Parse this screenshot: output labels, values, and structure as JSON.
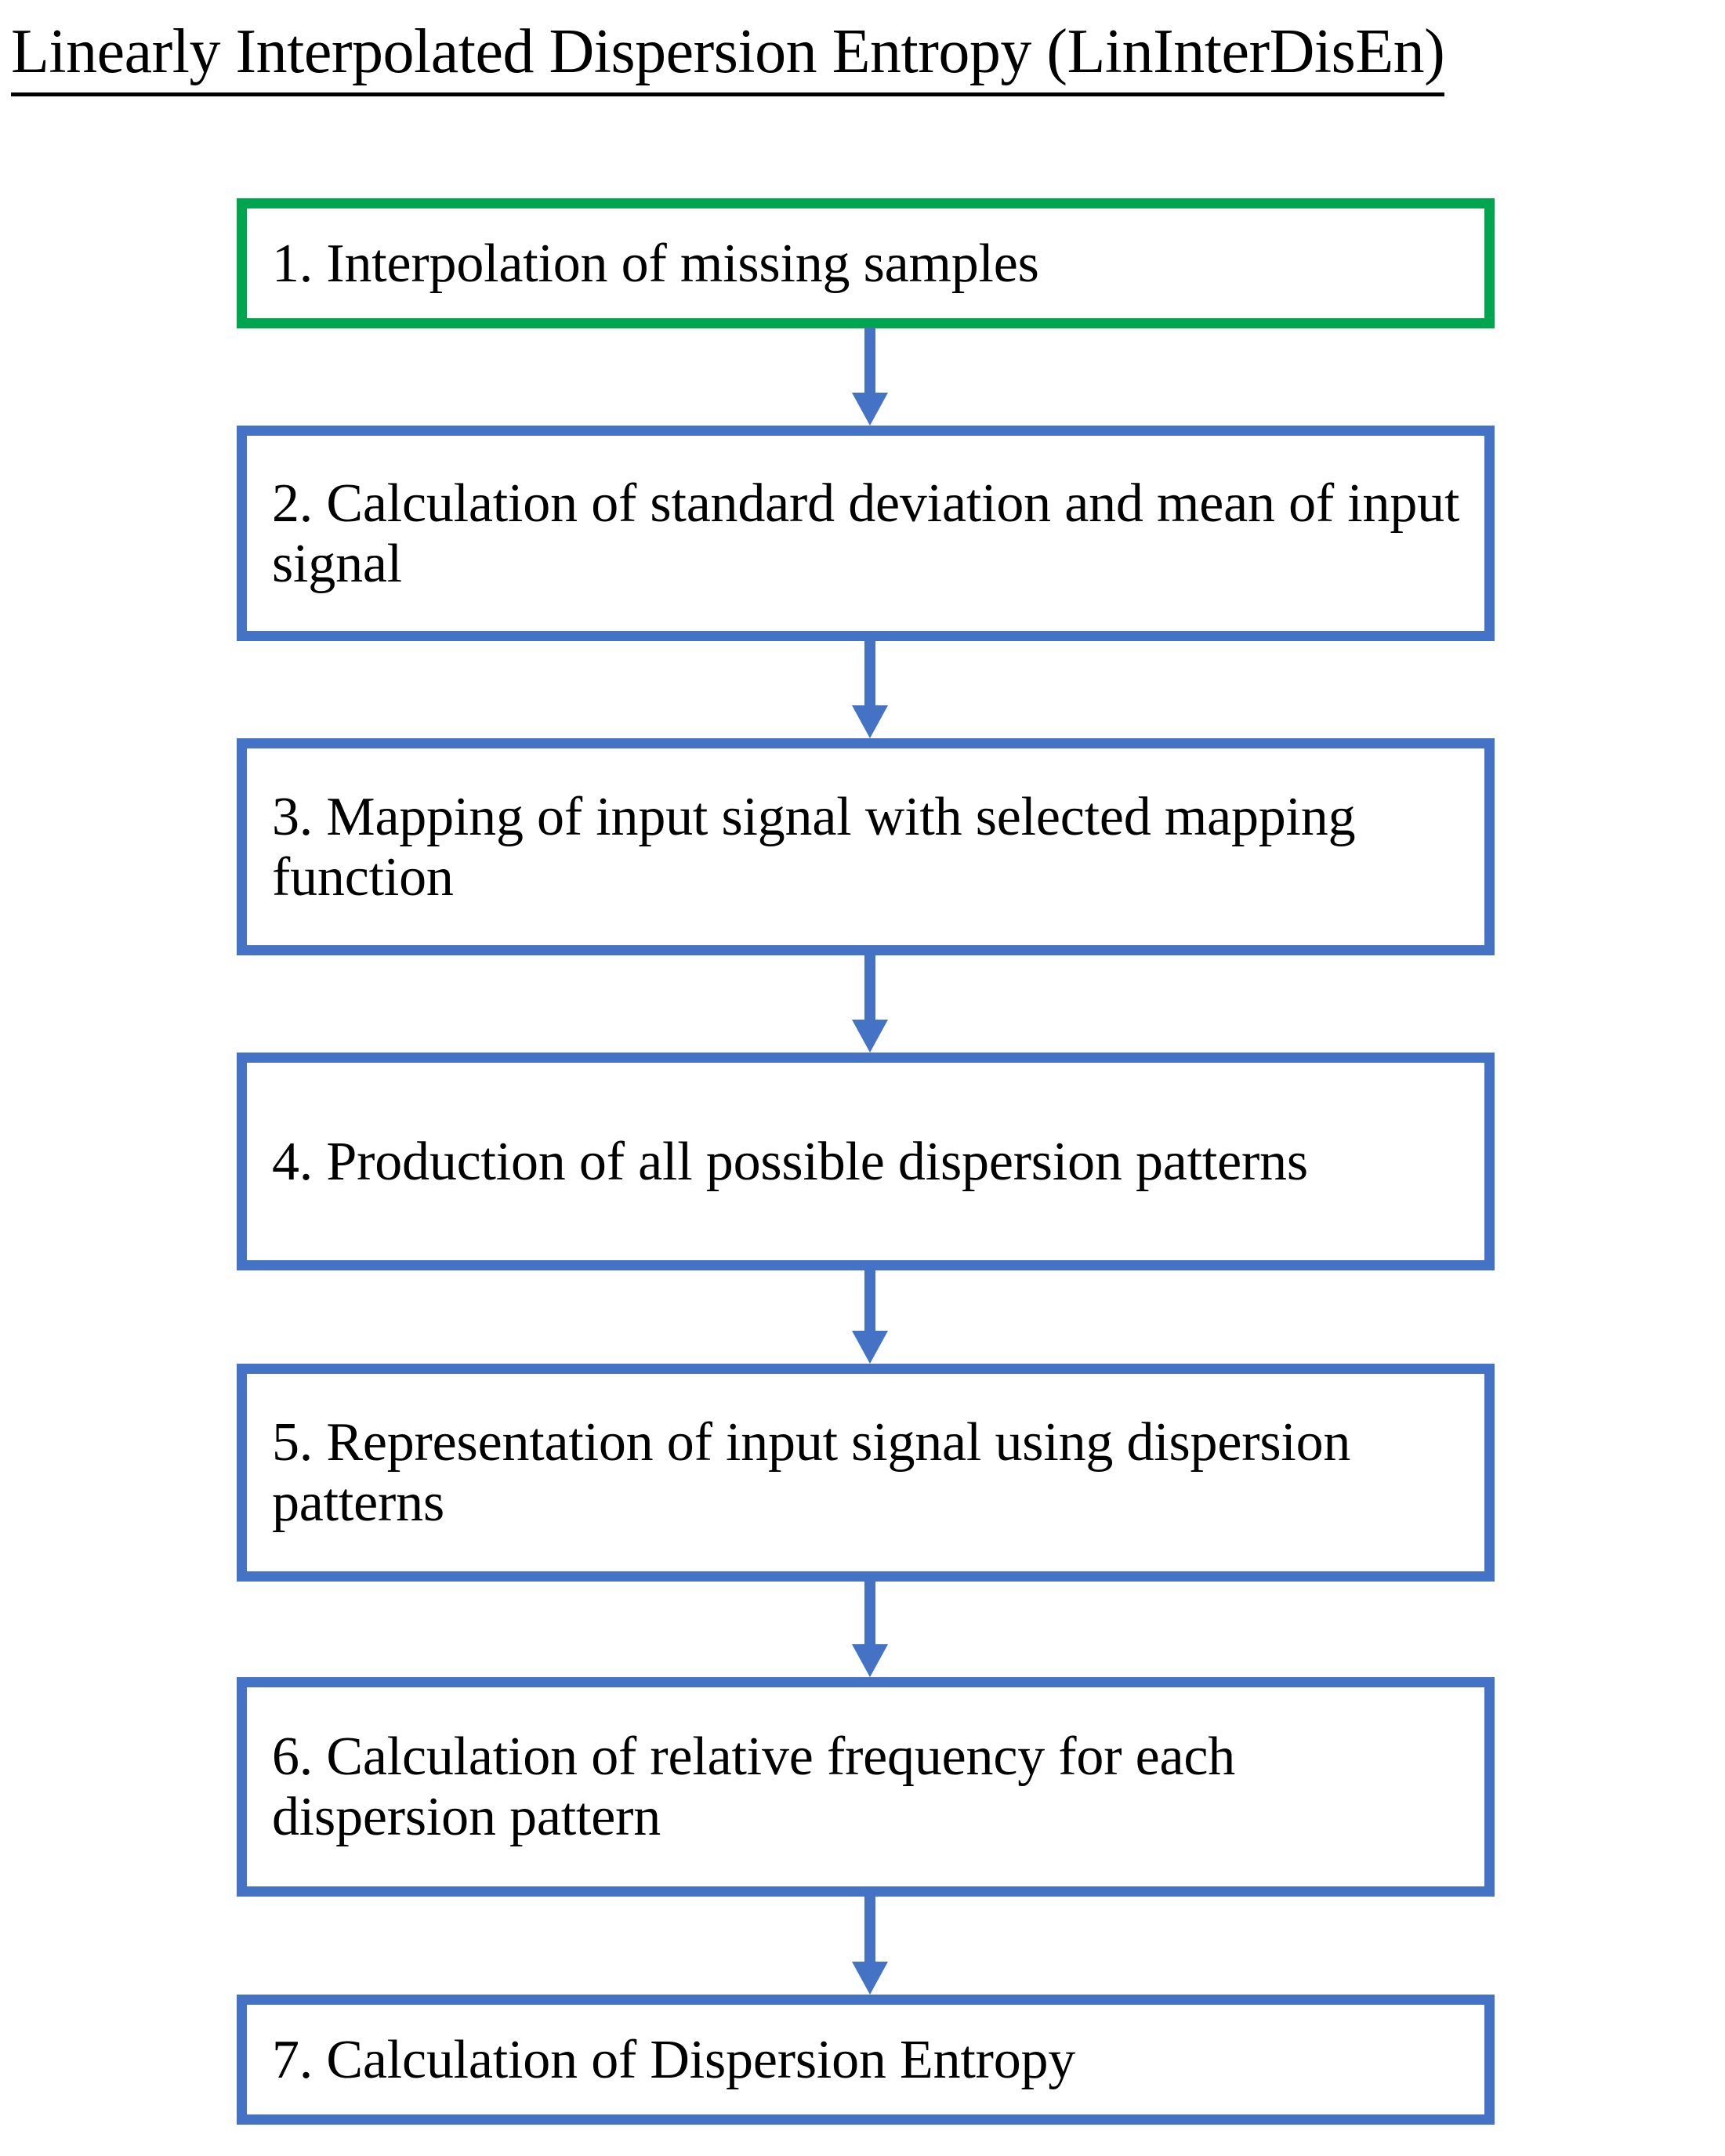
{
  "title": "Linearly Interpolated Dispersion Entropy (LinInterDisEn)",
  "colors": {
    "accent_green": "#00A550",
    "accent_blue": "#4472C4",
    "text": "#000000",
    "background": "#FFFFFF"
  },
  "flowchart": {
    "type": "vertical-flowchart",
    "orientation": "top-to-bottom",
    "steps": [
      {
        "id": 1,
        "label": "1. Interpolation of missing samples",
        "accent": "green"
      },
      {
        "id": 2,
        "label": "2. Calculation of standard deviation and mean of input signal",
        "accent": "blue"
      },
      {
        "id": 3,
        "label": "3. Mapping of input signal with selected mapping function",
        "accent": "blue"
      },
      {
        "id": 4,
        "label": "4. Production of all possible dispersion patterns",
        "accent": "blue"
      },
      {
        "id": 5,
        "label": "5. Representation of input signal using dispersion patterns",
        "accent": "blue"
      },
      {
        "id": 6,
        "label": "6. Calculation of relative frequency for each dispersion pattern",
        "accent": "blue"
      },
      {
        "id": 7,
        "label": "7. Calculation of Dispersion Entropy",
        "accent": "blue"
      }
    ],
    "connectors": [
      {
        "from": 1,
        "to": 2,
        "icon": "arrow-down-icon"
      },
      {
        "from": 2,
        "to": 3,
        "icon": "arrow-down-icon"
      },
      {
        "from": 3,
        "to": 4,
        "icon": "arrow-down-icon"
      },
      {
        "from": 4,
        "to": 5,
        "icon": "arrow-down-icon"
      },
      {
        "from": 5,
        "to": 6,
        "icon": "arrow-down-icon"
      },
      {
        "from": 6,
        "to": 7,
        "icon": "arrow-down-icon"
      }
    ]
  }
}
